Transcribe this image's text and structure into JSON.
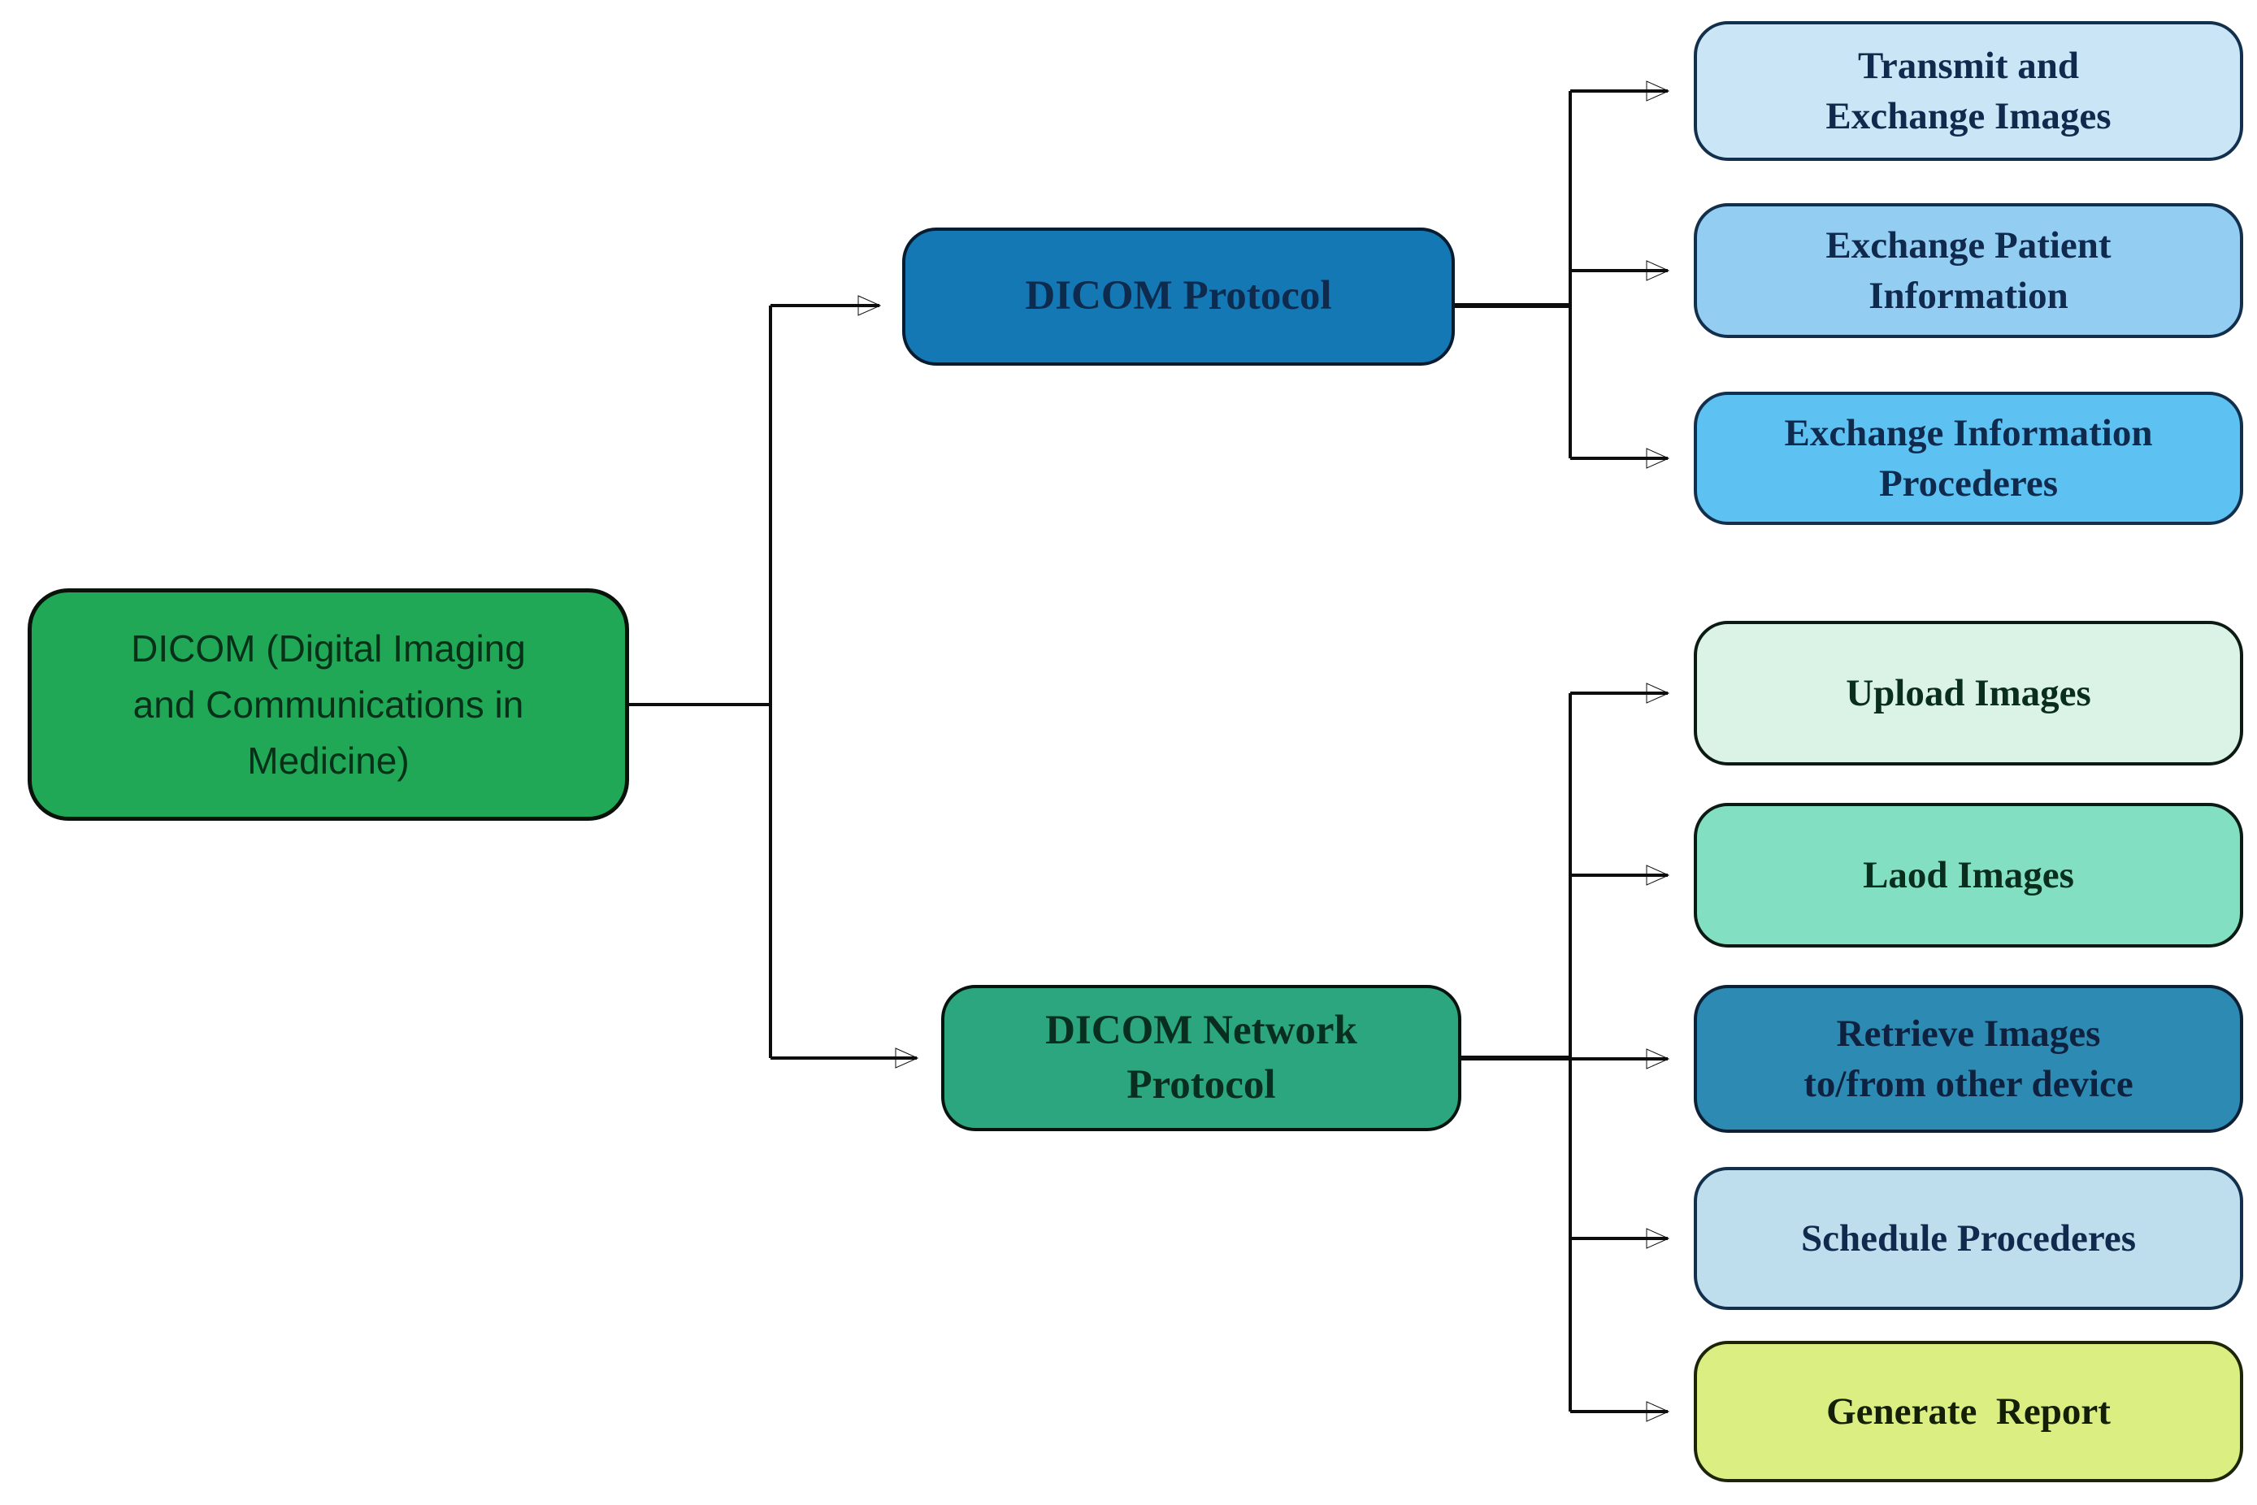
{
  "figure": {
    "type": "hierarchy-diagram",
    "description": "DICOM protocol capability tree",
    "background": "#ffffff",
    "line_color": "#0d0d0d"
  },
  "colors": {
    "root": "#21A857",
    "protocol": "#1478B4",
    "network": "#2CA67F",
    "transmit": "#C9E5F6",
    "patient": "#93CDF1",
    "info": "#5DC2F1",
    "upload": "#DBF2E7",
    "laod": "#82DFC2",
    "retrieve": "#2D8AB2",
    "schedule": "#BEDEED",
    "generate": "#DBEE81"
  },
  "nodes": {
    "root": {
      "label": "DICOM (Digital Imaging\nand Communications in\nMedicine)"
    },
    "protocol": {
      "label": "DICOM Protocol"
    },
    "network": {
      "label": "DICOM Network\nProtocol"
    },
    "transmit": {
      "label": "Transmit and\nExchange Images"
    },
    "patient": {
      "label": "Exchange Patient\nInformation"
    },
    "info": {
      "label": "Exchange Information\nProcederes"
    },
    "upload": {
      "label": "Upload Images"
    },
    "laod": {
      "label": "Laod Images"
    },
    "retrieve": {
      "label": "Retrieve Images\nto/from other device"
    },
    "schedule": {
      "label": "Schedule Procederes"
    },
    "generate": {
      "label": "Generate  Report"
    }
  },
  "edges": [
    {
      "from": "root",
      "to": "protocol"
    },
    {
      "from": "root",
      "to": "network"
    },
    {
      "from": "protocol",
      "to": "transmit"
    },
    {
      "from": "protocol",
      "to": "patient"
    },
    {
      "from": "protocol",
      "to": "info"
    },
    {
      "from": "network",
      "to": "upload"
    },
    {
      "from": "network",
      "to": "laod"
    },
    {
      "from": "network",
      "to": "retrieve"
    },
    {
      "from": "network",
      "to": "schedule"
    },
    {
      "from": "network",
      "to": "generate"
    }
  ]
}
